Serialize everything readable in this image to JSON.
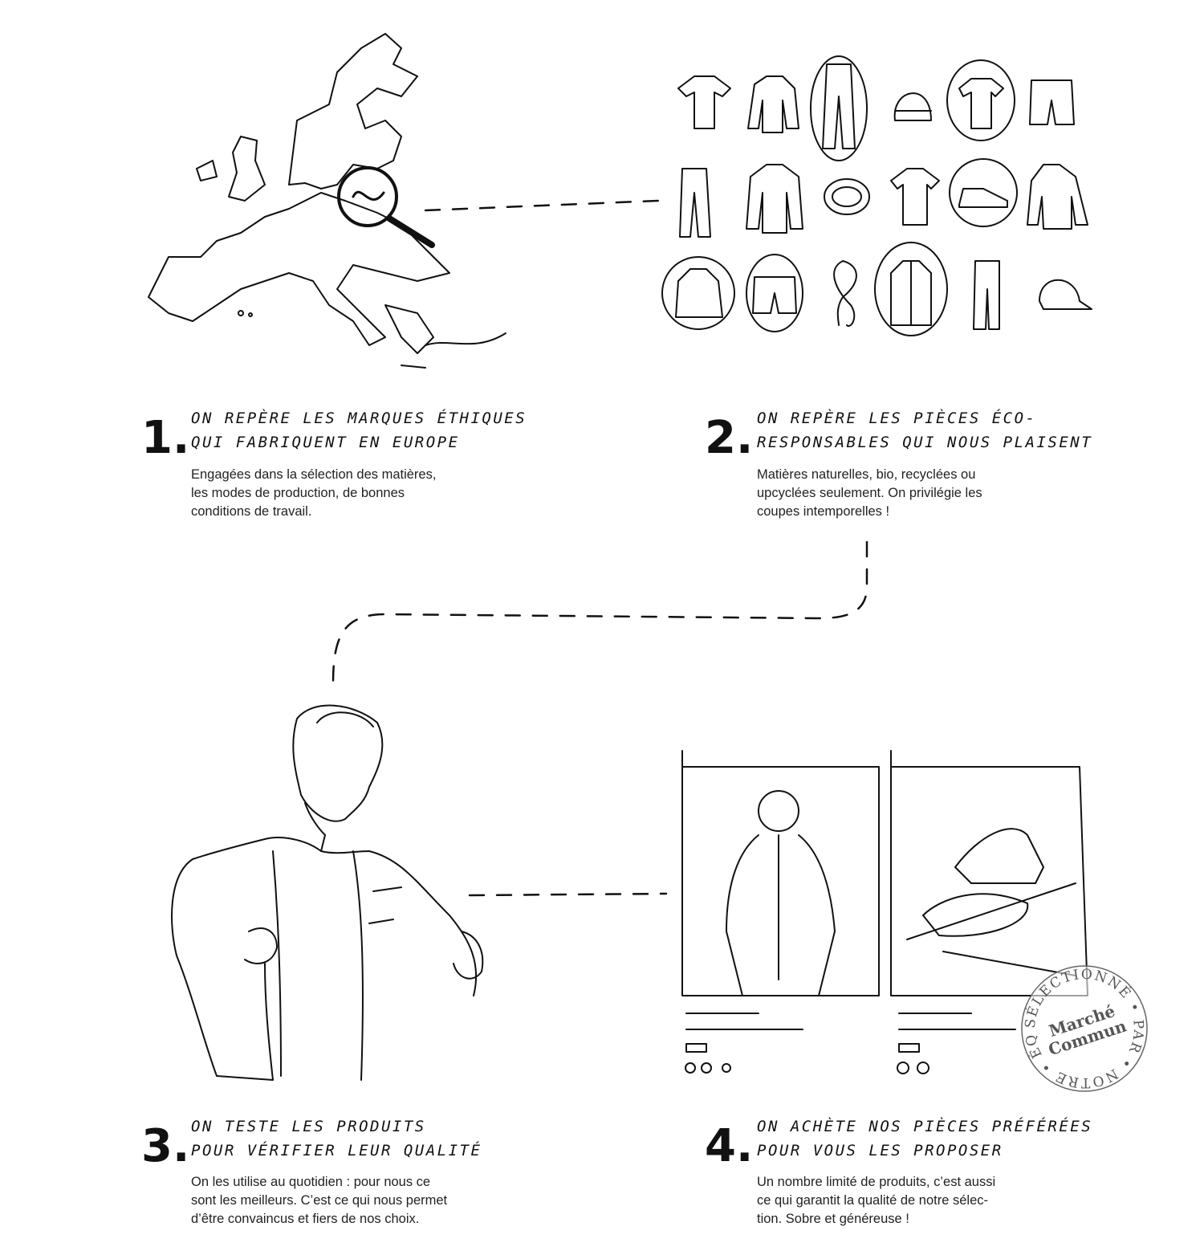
{
  "steps": [
    {
      "number": "1.",
      "heading": [
        "On repère les marques éthiques",
        "qui fabriquent en Europe"
      ],
      "body": [
        "Engagées dans la sélection des matières,",
        "les modes de production, de bonnes",
        "conditions de travail."
      ]
    },
    {
      "number": "2.",
      "heading": [
        "On repère les pièces éco-",
        "responsables qui nous plaisent"
      ],
      "body": [
        "Matières naturelles, bio, recyclées ou",
        "upcyclées seulement. On privilégie les",
        "coupes intemporelles !"
      ]
    },
    {
      "number": "3.",
      "heading": [
        "On teste les produits",
        "pour vérifier leur qualité"
      ],
      "body": [
        "On les utilise au quotidien : pour nous ce",
        "sont les meilleurs. C’est ce qui nous permet",
        "d’être convaincus et fiers de nos choix."
      ]
    },
    {
      "number": "4.",
      "heading": [
        "On achète nos pièces préférées",
        "pour vous les proposer"
      ],
      "body": [
        "Un nombre limité de produits, c’est aussi",
        "ce qui garantit la qualité de notre sélec-",
        "tion. Sobre et généreuse !"
      ]
    }
  ],
  "stamp": {
    "ring": "SÉLECTIONNÉ • PAR • NOTRE • ÉQUIPE •",
    "brand": [
      "Marché",
      "Commun"
    ]
  },
  "colors": {
    "ink": "#111111",
    "stamp": "#555555"
  }
}
